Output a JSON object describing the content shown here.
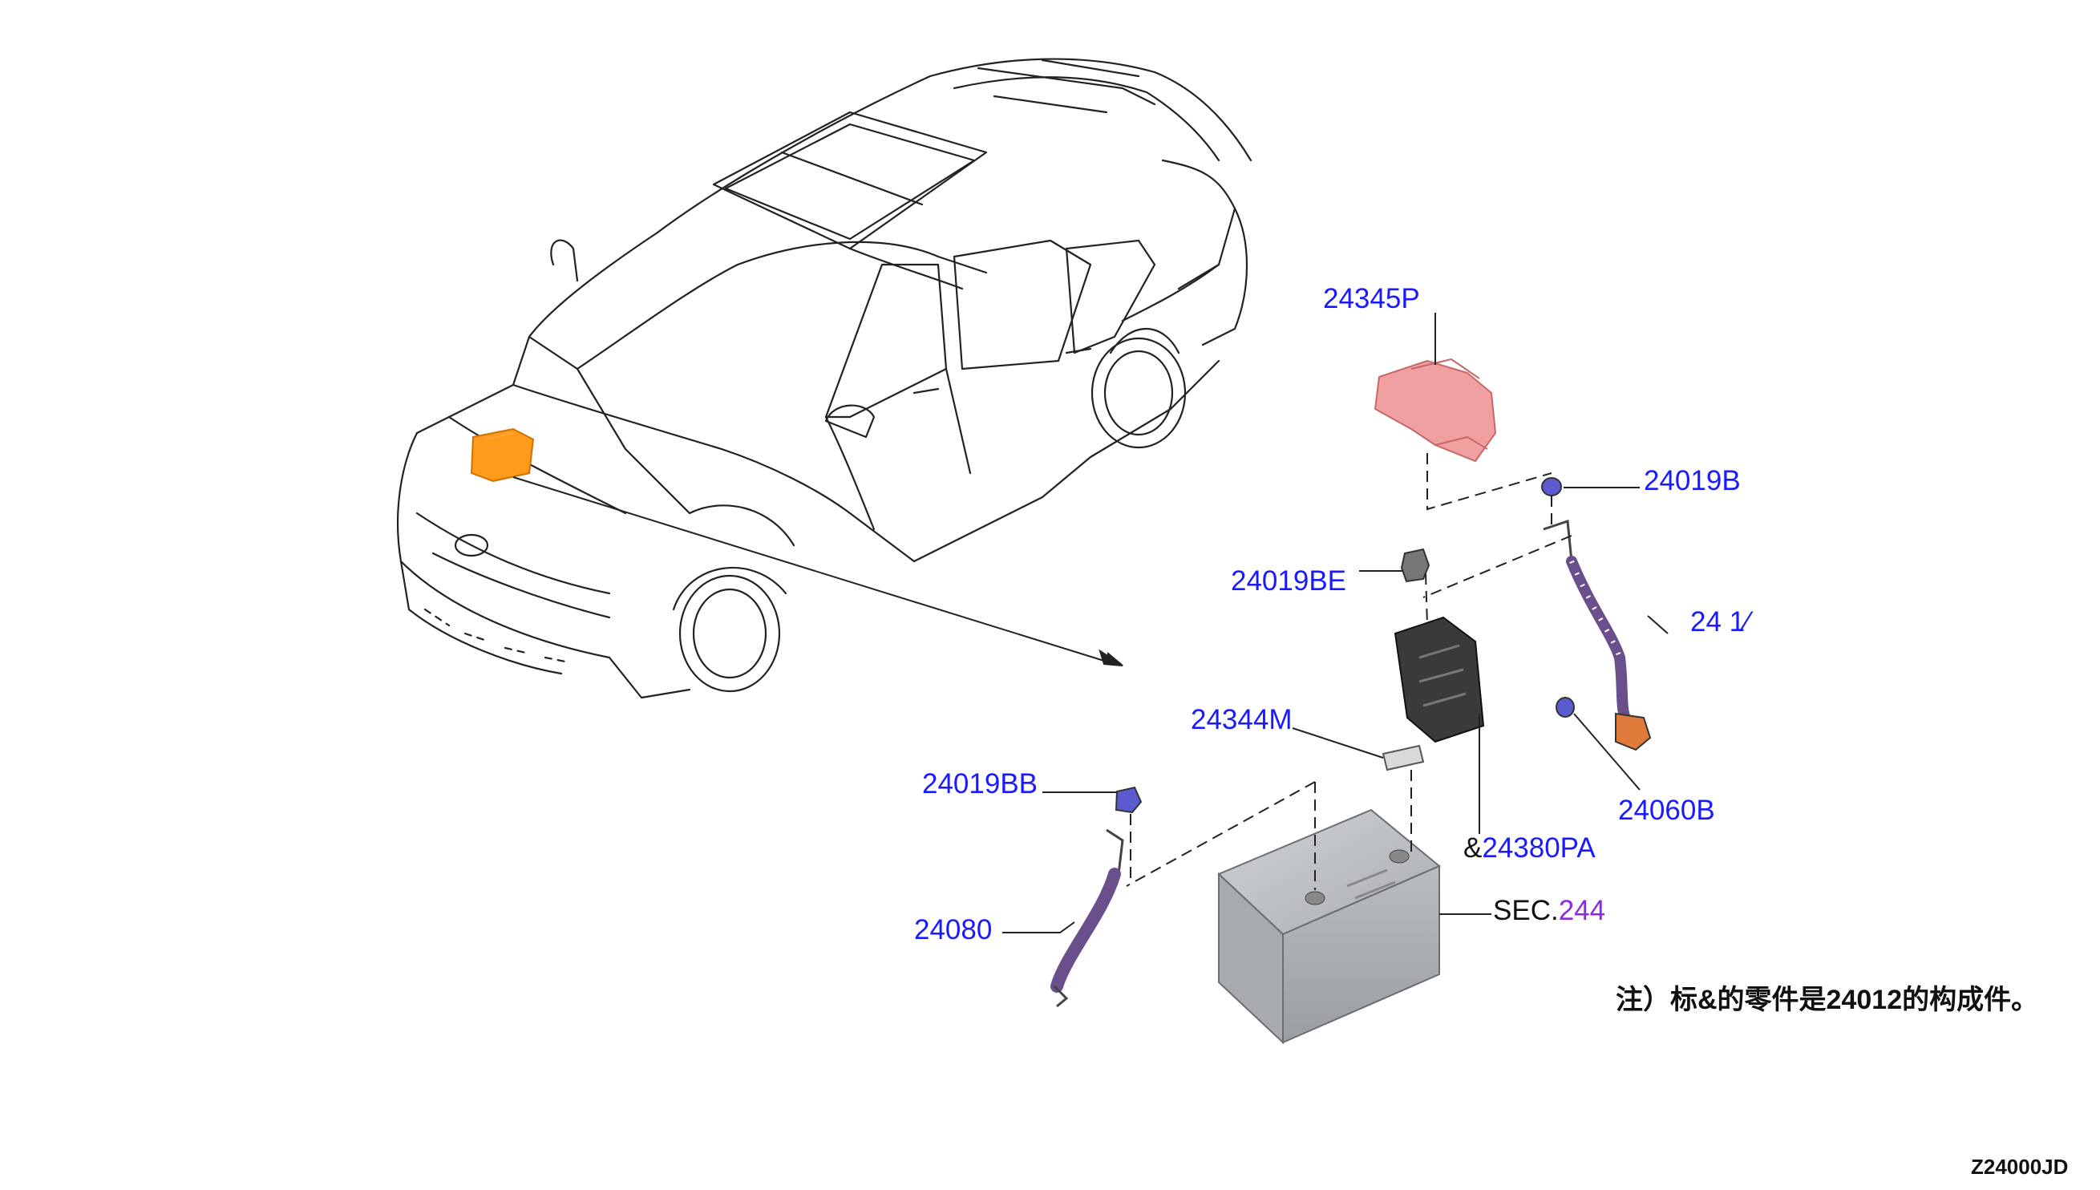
{
  "callouts": [
    {
      "id": "24345P",
      "text": "24345P"
    },
    {
      "id": "24019B",
      "text": "24019B"
    },
    {
      "id": "24019BE",
      "text": "24019BE"
    },
    {
      "id": "2411x",
      "text": "24 1⁄"
    },
    {
      "id": "24344M",
      "text": "24344M"
    },
    {
      "id": "24019BB",
      "text": "24019BB"
    },
    {
      "id": "24060B",
      "text": "24060B"
    },
    {
      "id": "24380PA",
      "prefix": "&",
      "text": "24380PA"
    },
    {
      "id": "24080",
      "text": "24080"
    }
  ],
  "sec": {
    "prefix": "SEC.",
    "number": "244"
  },
  "note": "注）标&的零件是24012的构成件。",
  "diagram_code": "Z24000JD",
  "colors": {
    "label": "#1a1aff",
    "sec_number": "#8a2be2",
    "highlight": "#ff9b1a",
    "cover": "#f0a0a0",
    "cable": "#6a4f8c",
    "battery": "#b8bcc0",
    "bracket": "#3a3a3a"
  }
}
